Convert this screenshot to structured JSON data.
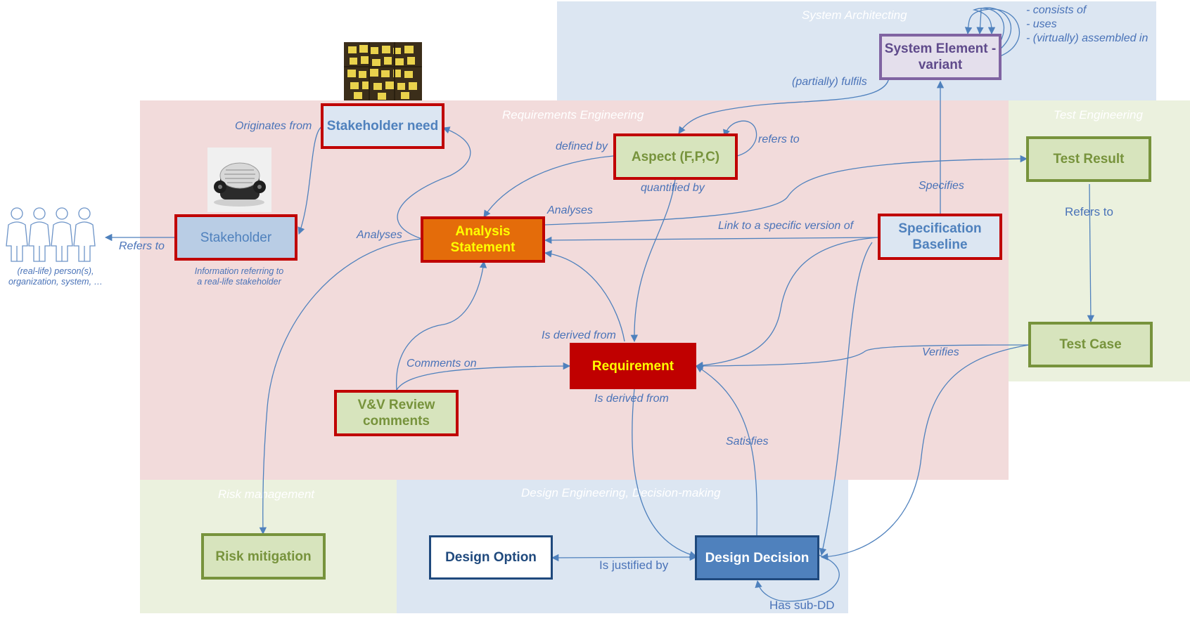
{
  "regions": {
    "system_architecting": "System Architecting",
    "requirements_engineering": "Requirements Engineering",
    "test_engineering": "Test Engineering",
    "risk_management": "Risk management",
    "design_engineering": "Design Engineering, Decision-making"
  },
  "nodes": {
    "system_element": {
      "line1": "System Element -",
      "line2": "variant"
    },
    "stakeholder_need": "Stakeholder need",
    "stakeholder": "Stakeholder",
    "aspect": "Aspect (F,P,C)",
    "analysis_statement": {
      "line1": "Analysis",
      "line2": "Statement"
    },
    "specification_baseline": {
      "line1": "Specification",
      "line2": "Baseline"
    },
    "test_result": "Test Result",
    "test_case": "Test Case",
    "requirement": "Requirement",
    "vv_review": {
      "line1": "V&V Review",
      "line2": "comments"
    },
    "risk_mitigation": "Risk mitigation",
    "design_option": "Design Option",
    "design_decision": "Design Decision"
  },
  "labels": {
    "consists_of": "- consists of",
    "uses": "- uses",
    "assembled_in": "- (virtually) assembled in",
    "partially_fulfils": "(partially) fulfils",
    "originates_from": "Originates from",
    "defined_by": "defined by",
    "refers_to_aspect": "refers to",
    "quantified_by": "quantified by",
    "specifies": "Specifies",
    "refers_to_test": "Refers to",
    "analyses_1": "Analyses",
    "analyses_2": "Analyses",
    "link_to_version": "Link to a specific version of",
    "refers_to_stakeholder": "Refers to",
    "is_derived_from_top": "Is derived from",
    "comments_on": "Comments on",
    "verifies": "Verifies",
    "is_derived_from_bottom": "Is derived from",
    "satisfies": "Satisfies",
    "is_justified_by": "Is justified by",
    "has_sub_dd": "Has sub-DD"
  },
  "notes": {
    "stakeholder_info": "Information referring to a real-life stakeholder",
    "real_life": "(real-life) person(s), organization, system, …"
  },
  "colors": {
    "req_region": "#f2dbdb",
    "blue_region": "#dce6f2",
    "green_region": "#ebf1de",
    "edge": "#4f81bd",
    "label_text": "#4a73b8",
    "red_border": "#c00000",
    "green_border": "#77933c",
    "purple_border": "#8064a2"
  },
  "icons": {
    "sticky_notes": "sticky-notes-image",
    "rolodex": "rolodex-image",
    "people": "people-icon"
  }
}
